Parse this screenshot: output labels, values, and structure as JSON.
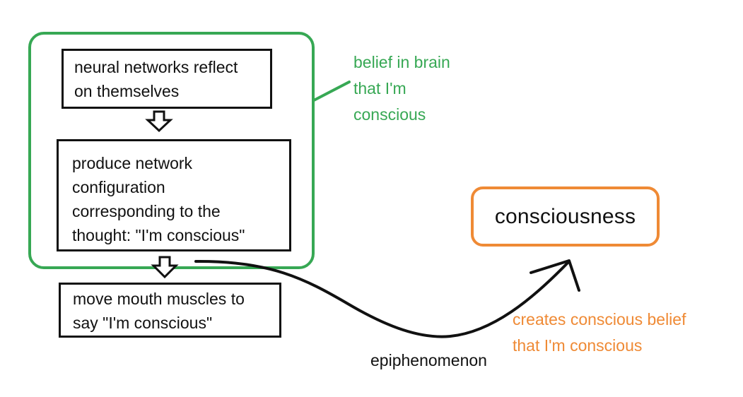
{
  "diagram": {
    "step1": "neural networks reflect\non themselves",
    "step2": "produce network\nconfiguration\ncorresponding to the\nthought: \"I'm conscious\"",
    "step3": "move mouth muscles to\nsay \"I'm conscious\"",
    "group_label": "belief in brain\nthat I'm\nconscious",
    "consciousness": "consciousness",
    "consciousness_label": "creates conscious belief\nthat I'm conscious",
    "arrow_label": "epiphenomenon",
    "colors": {
      "green": "#37a854",
      "orange": "#ef8a35",
      "black": "#111111"
    },
    "icons": {
      "step_arrow": "hollow-down-arrow-icon",
      "curved_arrow": "curved-arrow-icon"
    }
  }
}
